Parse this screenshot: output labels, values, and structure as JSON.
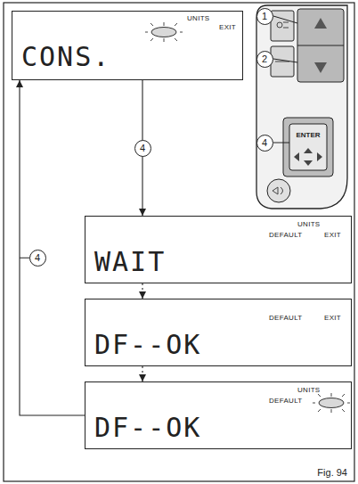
{
  "diagram": {
    "nodes": [
      {
        "text": [
          "UNITS",
          "EXIT",
          "CONS."
        ]
      },
      {
        "text": [
          "UNITS",
          "DEFAULT",
          "EXIT",
          "WAIT"
        ]
      },
      {
        "text": [
          "DEFAULT",
          "EXIT",
          "DF--OK"
        ]
      },
      {
        "text": [
          "UNITS",
          "DEFAULT",
          "DF--OK"
        ]
      }
    ],
    "edges": [
      {
        "from": 0,
        "to": 1,
        "arrow": "to",
        "label": "4"
      },
      {
        "from": 1,
        "to": 2,
        "arrow": "to"
      },
      {
        "from": 2,
        "to": 3,
        "arrow": "to"
      },
      {
        "from": 3,
        "to": 0,
        "arrow": "to",
        "label": "4"
      }
    ],
    "labels": [
      "1",
      "2",
      "4",
      "ENTER",
      "Fig. 94"
    ]
  }
}
